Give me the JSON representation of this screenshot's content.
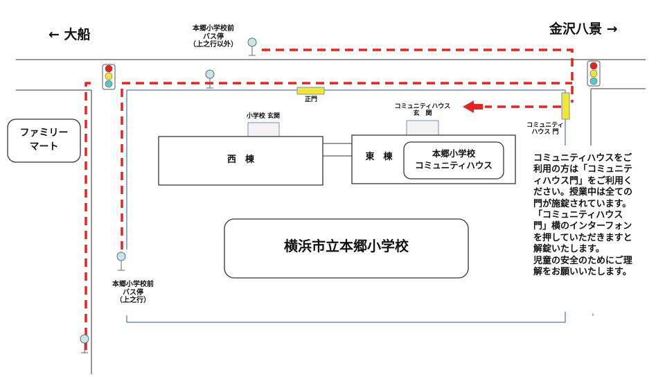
{
  "directions": {
    "west": {
      "arrow": "←",
      "label": "大船"
    },
    "east": {
      "label": "金沢八景",
      "arrow": "→"
    }
  },
  "bus_stops": {
    "north": {
      "lines": [
        "本郷小学校前",
        "バス停",
        "（上之行以外）"
      ]
    },
    "south": {
      "lines": [
        "本郷小学校前",
        "バス停",
        "（上之行）"
      ]
    }
  },
  "store": {
    "lines": [
      "ファミリー",
      "マート"
    ]
  },
  "gates": {
    "main_gate": "正門",
    "community_gate": {
      "lines": [
        "コミュニティ",
        "ハウス 門"
      ]
    }
  },
  "entrances": {
    "school": "小学校 玄関",
    "community": {
      "lines": [
        "コミュニティハウス",
        "玄　関"
      ]
    }
  },
  "buildings": {
    "west": "西　棟",
    "east": "東　棟",
    "community_house": {
      "lines": [
        "本郷小学校",
        "コミュニティハウス"
      ]
    },
    "school_name": "横浜市立本郷小学校"
  },
  "notice": "コミュニティハウスをご\n利用の方は「コミュニテ\nィハウス門」をご利用く\nださい。授業中は全ての\n門が施錠されています。\n「コミュニティハウス\n門」横のインターフォン\nを押していただきますと\n解錠いたします。\n児童の安全のためにご理\n解をお願いいたします。",
  "colors": {
    "route": "#e8231f",
    "gate": "#f0e636",
    "boundary": "#6f8fc4",
    "road": "#777777",
    "bus_stop": "#c7e6ea",
    "signal_red": "#e8231f",
    "signal_yellow": "#f0e636",
    "signal_green": "#5ac6c8"
  }
}
